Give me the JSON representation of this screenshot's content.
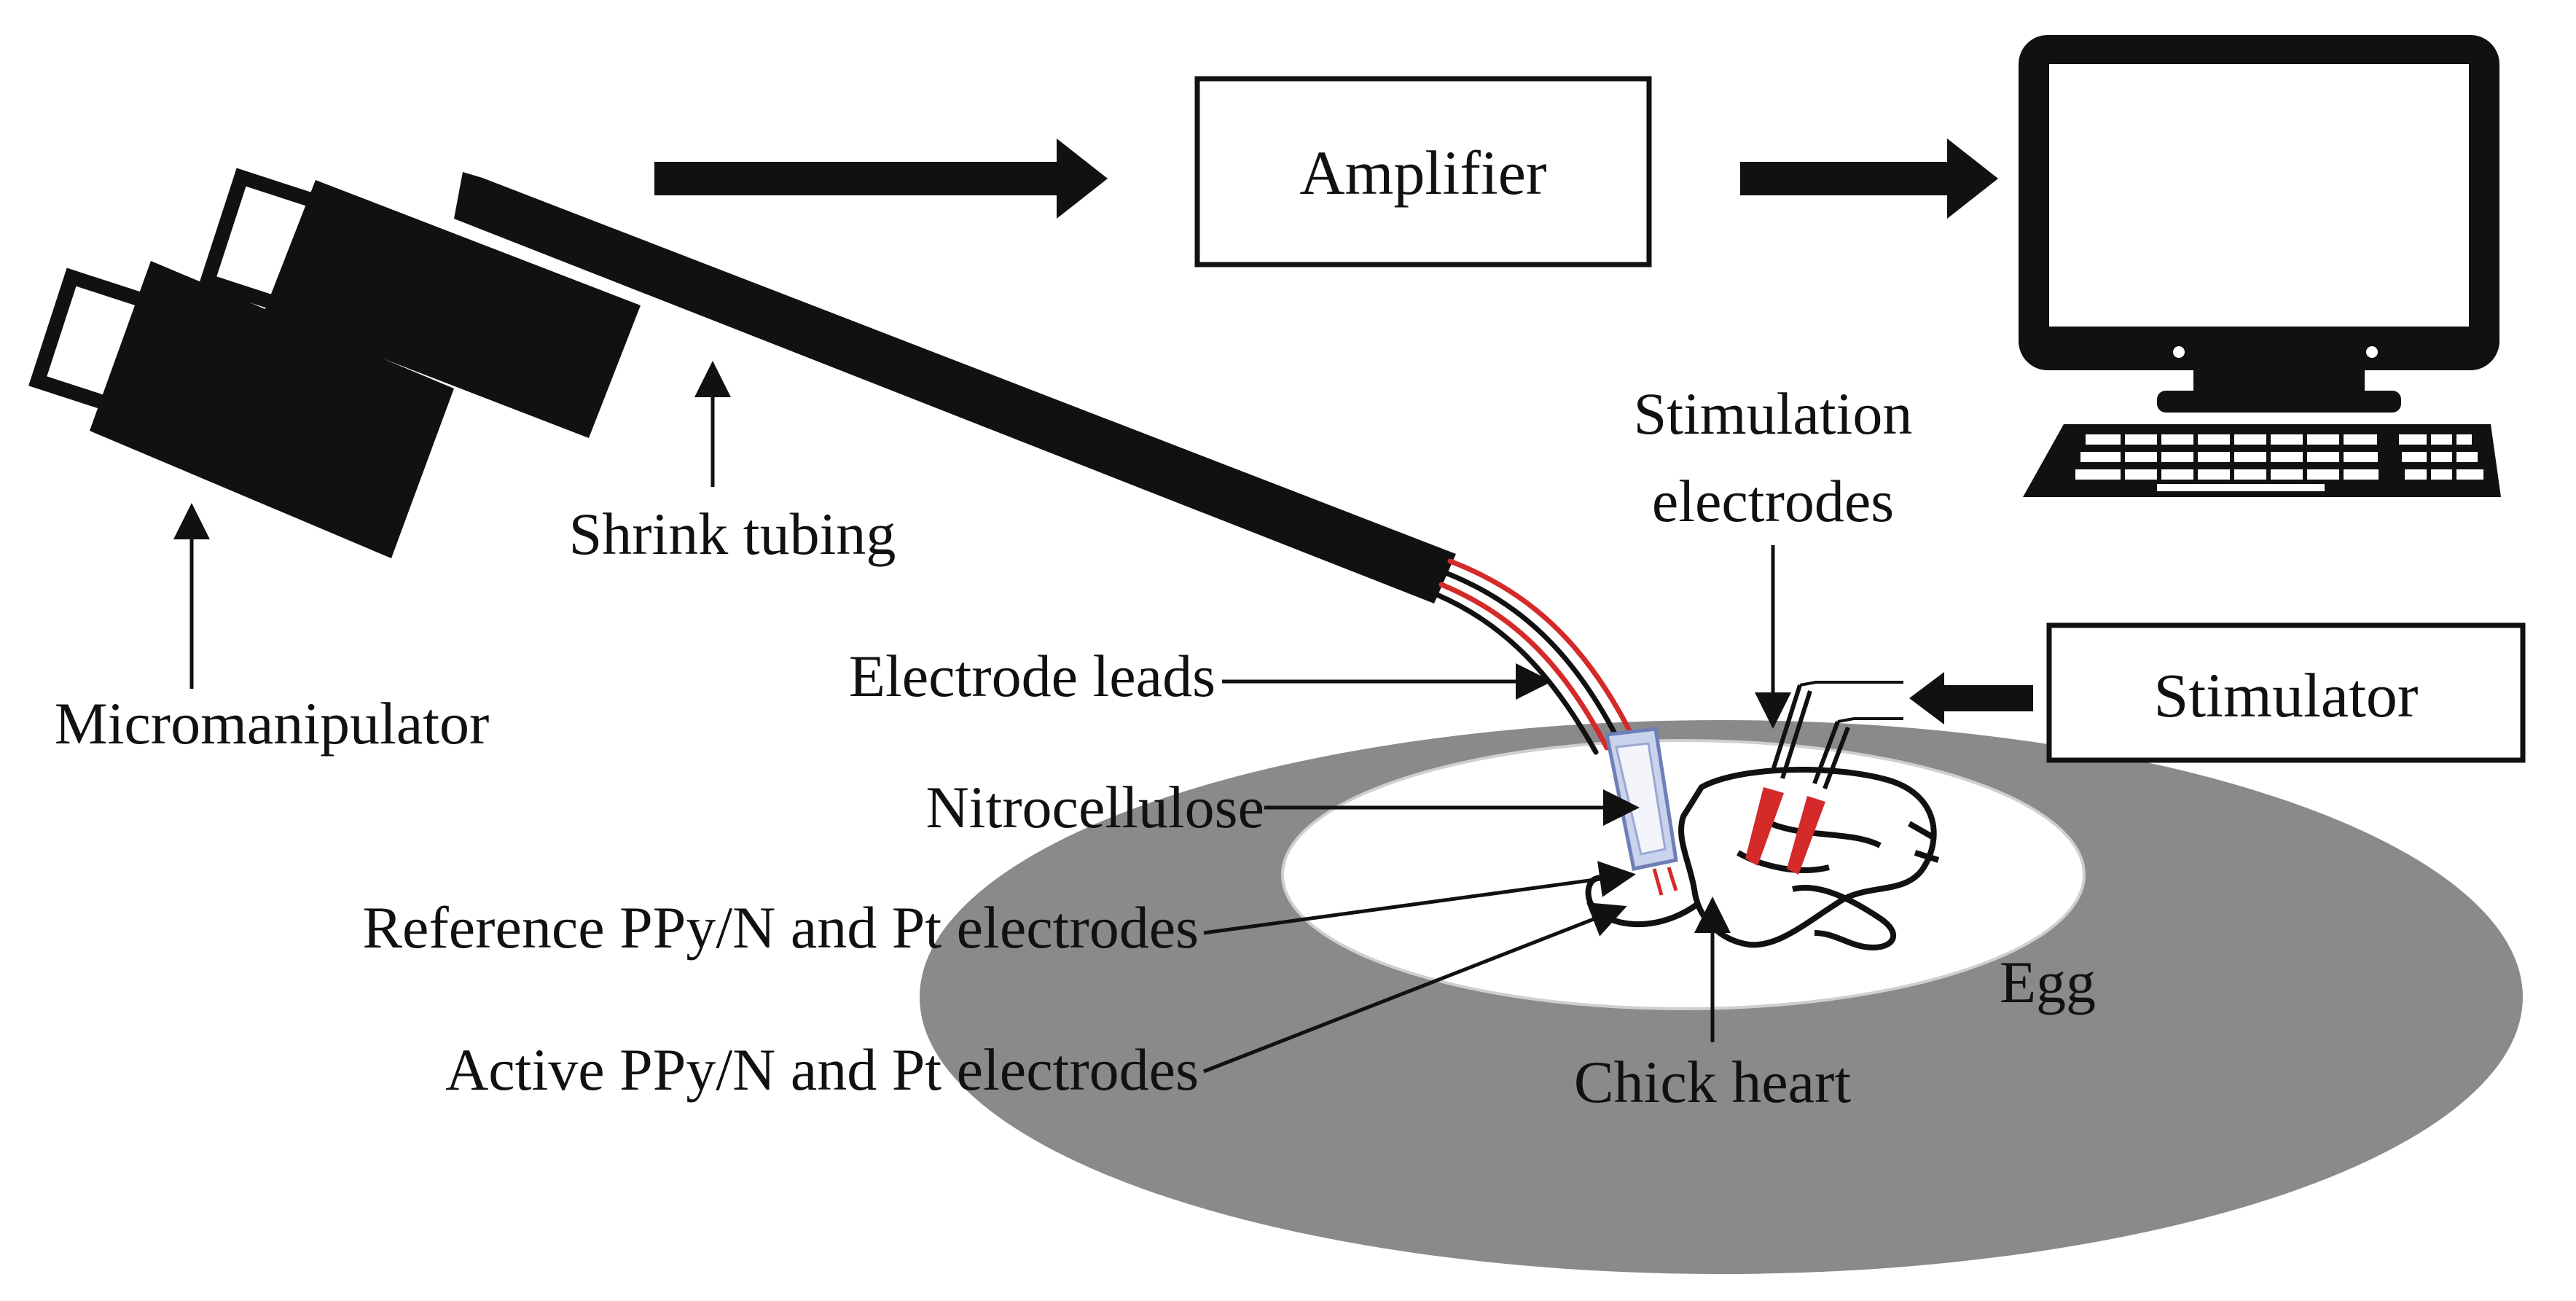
{
  "labels": {
    "amplifier": "Amplifier",
    "stimulator": "Stimulator",
    "stimulation_electrodes_line1": "Stimulation",
    "stimulation_electrodes_line2": "electrodes",
    "shrink_tubing": "Shrink tubing",
    "micromanipulator": "Micromanipulator",
    "electrode_leads": "Electrode leads",
    "nitrocellulose": "Nitrocellulose",
    "reference_electrodes": "Reference PPy/N and Pt electrodes",
    "active_electrodes": "Active PPy/N and Pt electrodes",
    "egg": "Egg",
    "chick_heart": "Chick heart"
  },
  "icons": {
    "computer": "desktop-computer-icon"
  },
  "colors": {
    "ink": "#111111",
    "egg_shell": "#8a8a8a",
    "lead_red": "#d42a2a",
    "nitrocellulose": "#c9d3ee"
  }
}
